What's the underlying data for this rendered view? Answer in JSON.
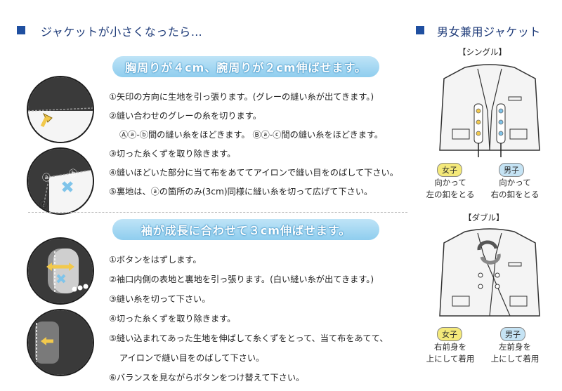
{
  "left_heading": "ジャケットが小さくなったら…",
  "right_heading": "男女兼用ジャケット",
  "section1": {
    "banner": "胸周りが４cm、腕周りが２cm伸ばせます。",
    "steps": [
      "①矢印の方向に生地を引っ張ります。(グレーの縫い糸が出てきます。)",
      "②縫い合わせのグレーの糸を切ります。",
      "Ⓐⓐ-ⓑ間の縫い糸をほどきます。 Ⓑⓐ-ⓒ間の縫い糸をほどきます。",
      "③切った糸くずを取り除きます。",
      "④縫いほどいた部分に当て布をあててアイロンで縫い目をのばして下さい。",
      "⑤裏地は、ⓐの箇所のみ(3cm)同様に縫い糸を切って広げて下さい。"
    ],
    "markers": {
      "a": "ⓐ",
      "b": "ⓑ",
      "c": "ⓒ"
    }
  },
  "section2": {
    "banner": "袖が成長に合わせて３cm伸ばせます。",
    "steps": [
      "①ボタンをはずします。",
      "②袖口内側の表地と裏地を引っ張ります。(白い縫い糸が出てきます。)",
      "③縫い糸を切って下さい。",
      "④切った糸くずを取り除きます。",
      "⑤縫い込まれてあった生地を伸ばして糸くずをとって、当て布をあてて、",
      "アイロンで縫い目をのばして下さい。",
      "⑥バランスを見ながらボタンをつけ替えて下さい。"
    ]
  },
  "single": {
    "label": "【シングル】",
    "female_tag": "女子",
    "male_tag": "男子",
    "female_caption_1": "向かって",
    "female_caption_2": "左の釦をとる",
    "male_caption_1": "向かって",
    "male_caption_2": "右の釦をとる"
  },
  "double": {
    "label": "【ダブル】",
    "female_tag": "女子",
    "male_tag": "男子",
    "female_caption_1": "右前身を",
    "female_caption_2": "上にして着用",
    "male_caption_1": "左前身を",
    "male_caption_2": "上にして着用"
  },
  "colors": {
    "accent_blue": "#1f4fa0",
    "banner_blue": "#8fcdee",
    "arrow_yellow": "#f2c94c",
    "arrow_blue": "#7fc4ea",
    "female_tag": "#f4e97a",
    "male_tag": "#c5e3f4"
  }
}
